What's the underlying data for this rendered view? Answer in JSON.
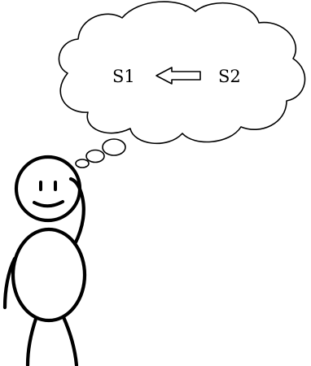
{
  "thought_cloud": {
    "left_label": "S1",
    "right_label": "S2",
    "arrow_direction": "left"
  },
  "figure": {
    "description_icon": "stick-figure-thinking"
  }
}
